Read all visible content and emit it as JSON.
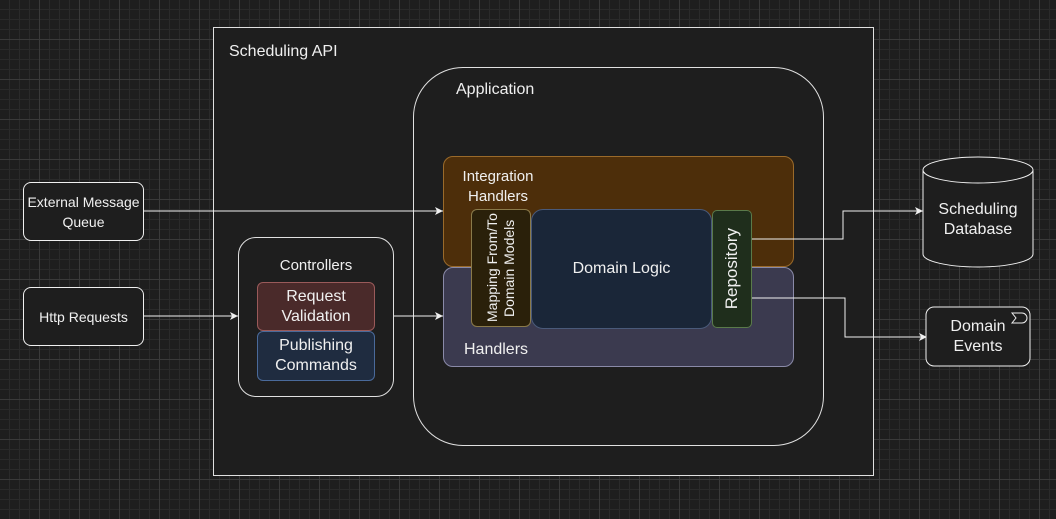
{
  "container": {
    "title": "Scheduling API"
  },
  "application": {
    "title": "Application"
  },
  "integration_handlers": {
    "label": "Integration Handlers"
  },
  "handlers": {
    "label": "Handlers"
  },
  "mapping": {
    "label": "Mapping From/To Domain Models"
  },
  "domain_logic": {
    "label": "Domain Logic"
  },
  "repository": {
    "label": "Repository"
  },
  "controllers": {
    "title": "Controllers",
    "request_validation": "Request Validation",
    "publishing_commands": "Publishing Commands"
  },
  "external_queue": {
    "label": "External Message Queue"
  },
  "http_requests": {
    "label": "Http Requests"
  },
  "scheduling_database": {
    "label": "Scheduling Database"
  },
  "domain_events": {
    "label": "Domain Events"
  },
  "colors": {
    "background": "#1e1e1e",
    "integration_handlers": "#4d2e0a",
    "handlers": "#3b3a4f",
    "mapping": "#2a200a",
    "domain_logic": "#1a2638",
    "repository": "#1f2e1c",
    "request_validation": "#4a2a2a",
    "publishing_commands": "#1f2c40"
  }
}
